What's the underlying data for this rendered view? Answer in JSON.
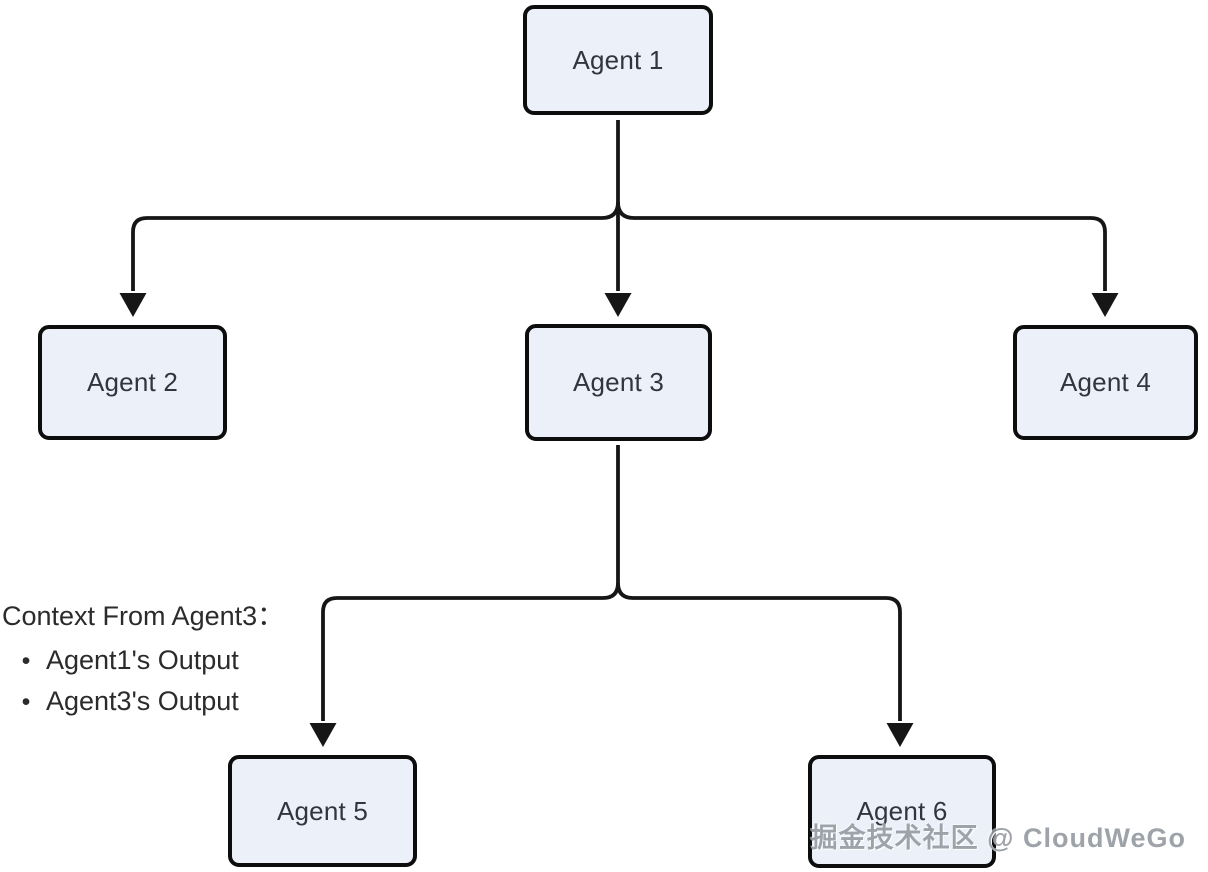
{
  "diagram": {
    "type": "flowchart-tree",
    "nodes": [
      {
        "id": "agent1",
        "label": "Agent 1"
      },
      {
        "id": "agent2",
        "label": "Agent 2"
      },
      {
        "id": "agent3",
        "label": "Agent 3"
      },
      {
        "id": "agent4",
        "label": "Agent 4"
      },
      {
        "id": "agent5",
        "label": "Agent 5"
      },
      {
        "id": "agent6",
        "label": "Agent 6"
      }
    ],
    "edges": [
      {
        "from": "agent1",
        "to": "agent2"
      },
      {
        "from": "agent1",
        "to": "agent3"
      },
      {
        "from": "agent1",
        "to": "agent4"
      },
      {
        "from": "agent3",
        "to": "agent5"
      },
      {
        "from": "agent3",
        "to": "agent6"
      }
    ],
    "annotation": {
      "title": "Context From Agent3：",
      "bullet": "•",
      "items": [
        {
          "text": "Agent1's Output"
        },
        {
          "text": "Agent3's Output"
        }
      ]
    },
    "watermark": {
      "text": "掘金技术社区 @ CloudWeGo"
    },
    "colors": {
      "node_fill": "#ECF1F9",
      "node_border": "#0D0D0D",
      "edge": "#161616",
      "node_text": "#30363F",
      "annotation_text": "#2B2B2B",
      "watermark_text": "#8D939B",
      "background": "#FFFFFF"
    }
  }
}
